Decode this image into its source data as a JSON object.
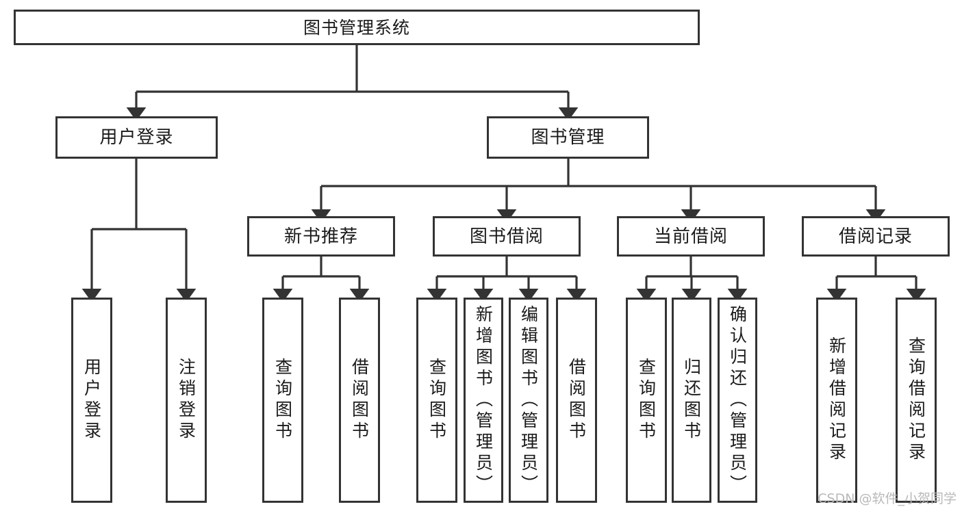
{
  "diagram": {
    "type": "tree-hierarchy-chart",
    "title": "图书管理系统",
    "background_color": "#ffffff",
    "line_color": "#333333",
    "text_color": "#1a1a1a",
    "root": {
      "id": "root",
      "label": "图书管理系统"
    },
    "level1": [
      {
        "id": "user-login",
        "label": "用户登录"
      },
      {
        "id": "book-manage",
        "label": "图书管理"
      }
    ],
    "level2": [
      {
        "id": "new-book-recommend",
        "label": "新书推荐",
        "parent": "book-manage"
      },
      {
        "id": "book-borrow",
        "label": "图书借阅",
        "parent": "book-manage"
      },
      {
        "id": "current-borrow",
        "label": "当前借阅",
        "parent": "book-manage"
      },
      {
        "id": "borrow-record",
        "label": "借阅记录",
        "parent": "book-manage"
      }
    ],
    "leaves": [
      {
        "id": "leaf-user-login",
        "label": "用户登录",
        "parent": "user-login"
      },
      {
        "id": "leaf-logout",
        "label": "注销登录",
        "parent": "user-login"
      },
      {
        "id": "leaf-query-book-1",
        "label": "查询图书",
        "parent": "new-book-recommend"
      },
      {
        "id": "leaf-borrow-book-1",
        "label": "借阅图书",
        "parent": "new-book-recommend"
      },
      {
        "id": "leaf-query-book-2",
        "label": "查询图书",
        "parent": "book-borrow"
      },
      {
        "id": "leaf-add-book",
        "label": "新增图书（管理员）",
        "parent": "book-borrow"
      },
      {
        "id": "leaf-edit-book",
        "label": "编辑图书（管理员）",
        "parent": "book-borrow"
      },
      {
        "id": "leaf-borrow-book-2",
        "label": "借阅图书",
        "parent": "book-borrow"
      },
      {
        "id": "leaf-query-book-3",
        "label": "查询图书",
        "parent": "current-borrow"
      },
      {
        "id": "leaf-return-book",
        "label": "归还图书",
        "parent": "current-borrow"
      },
      {
        "id": "leaf-confirm-return",
        "label": "确认归还（管理员）",
        "parent": "current-borrow"
      },
      {
        "id": "leaf-add-record",
        "label": "新增借阅记录",
        "parent": "borrow-record"
      },
      {
        "id": "leaf-query-record",
        "label": "查询借阅记录",
        "parent": "borrow-record"
      }
    ]
  },
  "watermark": {
    "text": "CSDN @软件_小贺同学"
  }
}
